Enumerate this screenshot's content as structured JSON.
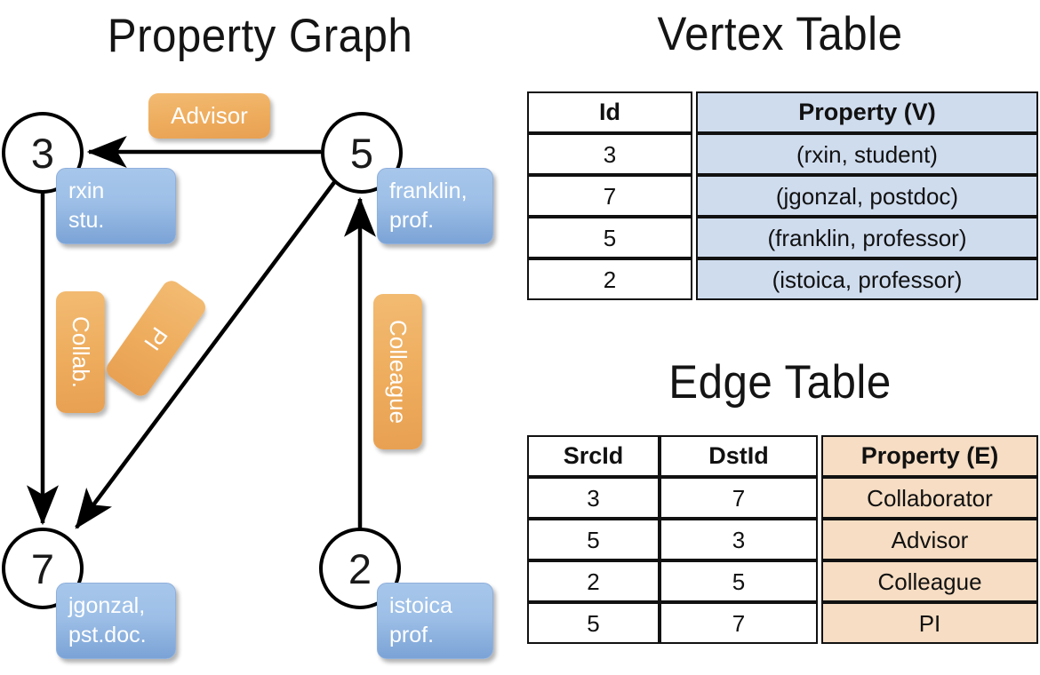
{
  "titles": {
    "property_graph": "Property Graph",
    "vertex_table": "Vertex Table",
    "edge_table": "Edge Table"
  },
  "colors": {
    "vertex_property_fill": "#cfdcee",
    "edge_property_fill": "#f6ddc3",
    "vertex_box_fill": "#9dbfe7",
    "edge_label_fill": "#eeac5d",
    "stroke": "#000000"
  },
  "graph": {
    "nodes": [
      {
        "id": "3",
        "property_line1": "rxin",
        "property_line2": "stu."
      },
      {
        "id": "5",
        "property_line1": "franklin,",
        "property_line2": "prof."
      },
      {
        "id": "7",
        "property_line1": "jgonzal,",
        "property_line2": "pst.doc."
      },
      {
        "id": "2",
        "property_line1": "istoica",
        "property_line2": "prof."
      }
    ],
    "edge_labels": [
      {
        "text": "Advisor"
      },
      {
        "text": "Collab."
      },
      {
        "text": "PI"
      },
      {
        "text": "Colleague"
      }
    ]
  },
  "vertex_table": {
    "headers": [
      "Id",
      "Property (V)"
    ],
    "rows": [
      {
        "id": "3",
        "property": "(rxin, student)"
      },
      {
        "id": "7",
        "property": "(jgonzal, postdoc)"
      },
      {
        "id": "5",
        "property": "(franklin, professor)"
      },
      {
        "id": "2",
        "property": "(istoica, professor)"
      }
    ]
  },
  "edge_table": {
    "headers": [
      "SrcId",
      "DstId",
      "Property (E)"
    ],
    "rows": [
      {
        "src": "3",
        "dst": "7",
        "property": "Collaborator"
      },
      {
        "src": "5",
        "dst": "3",
        "property": "Advisor"
      },
      {
        "src": "2",
        "dst": "5",
        "property": "Colleague"
      },
      {
        "src": "5",
        "dst": "7",
        "property": "PI"
      }
    ]
  }
}
